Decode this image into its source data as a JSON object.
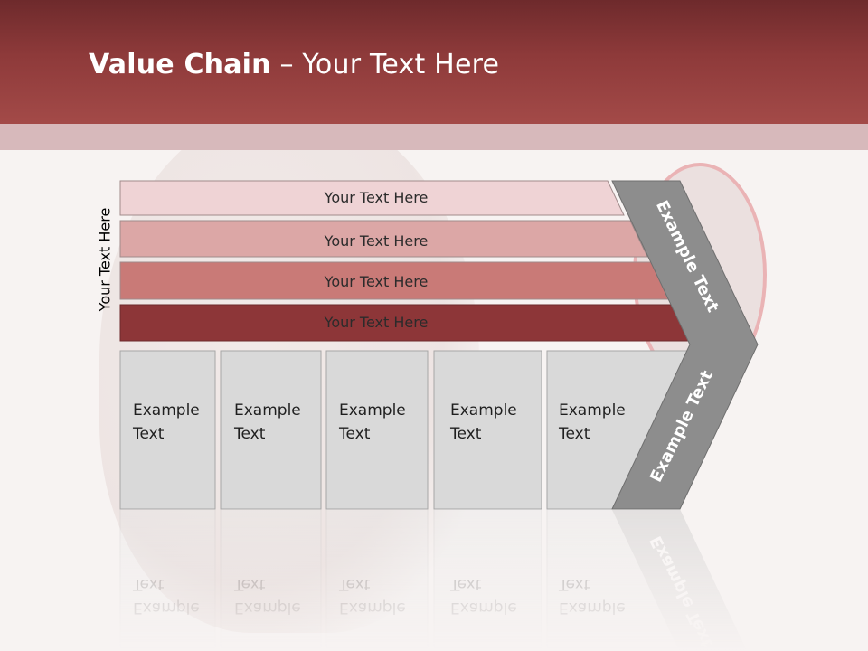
{
  "slide": {
    "title_bold": "Value Chain",
    "title_rest": " – Your Text Here",
    "vertical_label": "Your Text Here"
  },
  "support_bars": [
    {
      "label": "Your Text Here",
      "color": "#efd3d5"
    },
    {
      "label": "Your Text Here",
      "color": "#dca7a6"
    },
    {
      "label": "Your Text Here",
      "color": "#c97a77"
    },
    {
      "label": "Your Text Here",
      "color": "#8d3638"
    }
  ],
  "primary_boxes": [
    {
      "line1": "Example",
      "line2": "Text"
    },
    {
      "line1": "Example",
      "line2": "Text"
    },
    {
      "line1": "Example",
      "line2": "Text"
    },
    {
      "line1": "Example",
      "line2": "Text"
    },
    {
      "line1": "Example",
      "line2": "Text"
    }
  ],
  "chevron": {
    "top_label": "Example Text",
    "bottom_label": "Example Text",
    "color": "#8d8d8d"
  },
  "colors": {
    "header": "#8e3a3a",
    "box_fill": "#d9d9d9",
    "box_stroke": "#a6a6a6"
  }
}
